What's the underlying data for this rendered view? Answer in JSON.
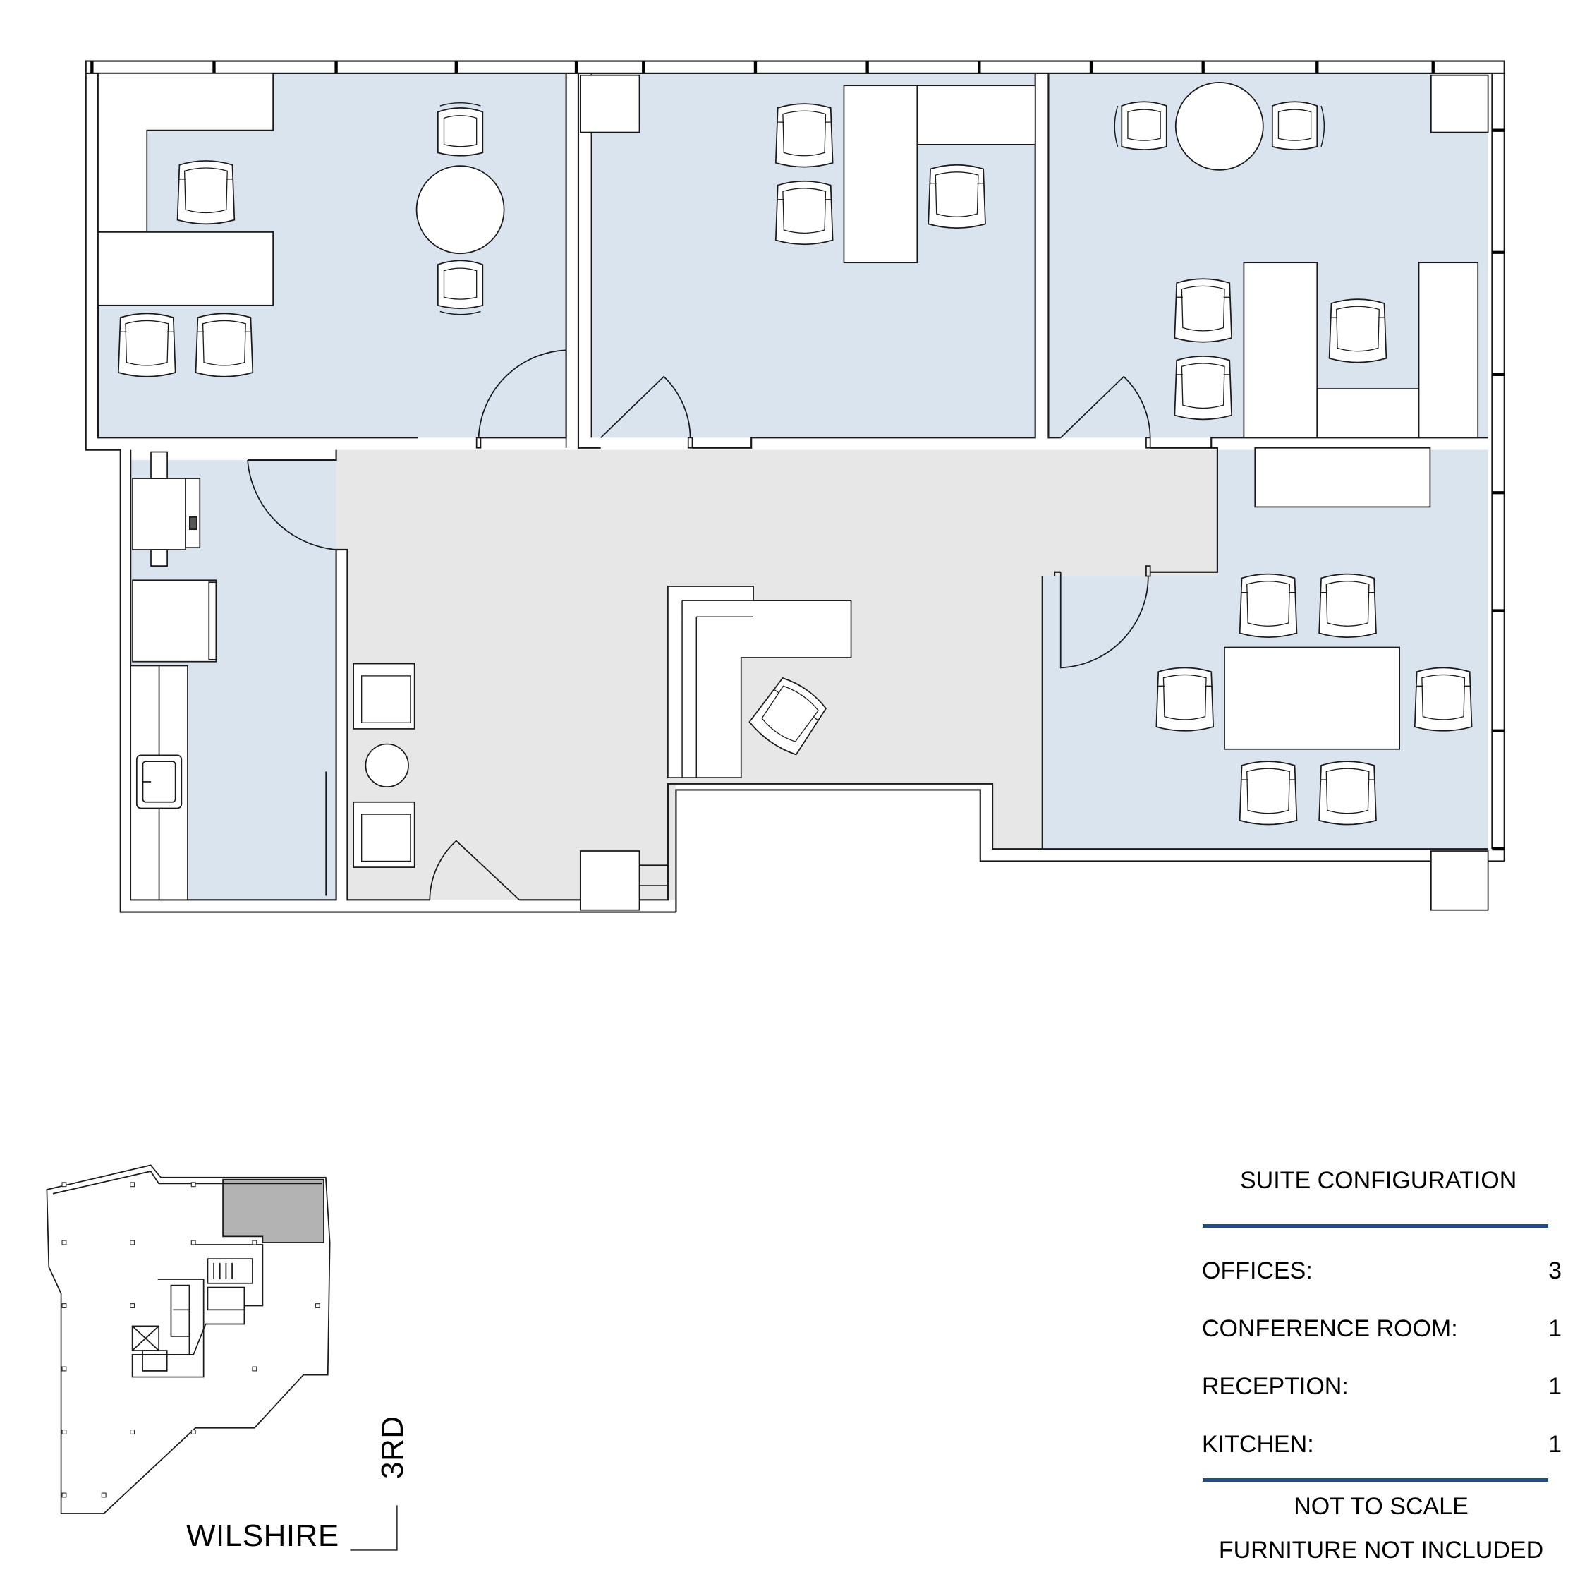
{
  "colors": {
    "office_fill": "#d9e4ef",
    "common_fill": "#e7e7e7",
    "wall_stroke": "#1a1a1a",
    "rule_color": "#1f4e8c",
    "keyplan_highlight": "#b3b3b3"
  },
  "keyplan": {
    "street_horizontal": "WILSHIRE",
    "street_vertical": "3RD"
  },
  "legend": {
    "title": "SUITE CONFIGURATION",
    "rows": [
      {
        "label": "OFFICES:",
        "value": "3"
      },
      {
        "label": "CONFERENCE ROOM:",
        "value": "1"
      },
      {
        "label": "RECEPTION:",
        "value": "1"
      },
      {
        "label": "KITCHEN:",
        "value": "1"
      }
    ],
    "note_scale": "NOT TO SCALE",
    "note_furniture": "FURNITURE NOT INCLUDED"
  }
}
